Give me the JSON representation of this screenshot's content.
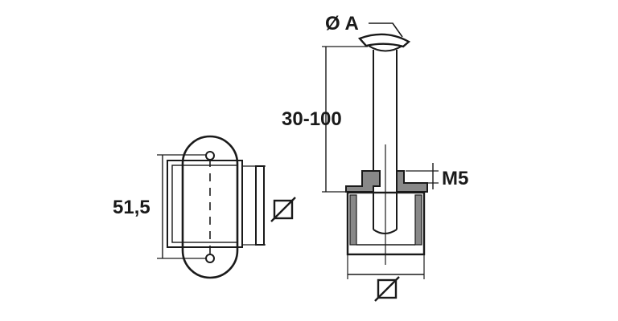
{
  "labels": {
    "diameter_a": "Ø A",
    "length_range": "30-100",
    "thread": "M5",
    "height": "51,5"
  },
  "symbols": {
    "square_left": "square-section-symbol",
    "square_bottom": "square-section-symbol"
  },
  "colors": {
    "line": "#1a1a1a",
    "section_fill": "#888888",
    "background": "#ffffff"
  }
}
